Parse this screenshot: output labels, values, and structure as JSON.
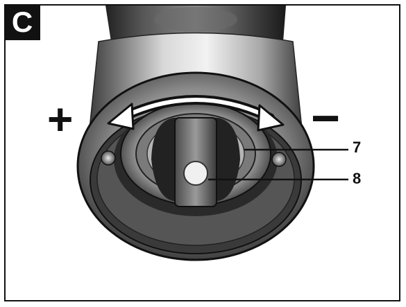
{
  "figure": {
    "badge_label": "C",
    "plus_sign": "+",
    "minus_sign": "−",
    "callouts": [
      {
        "number": "7"
      },
      {
        "number": "8"
      }
    ]
  },
  "colors": {
    "ink": "#111111",
    "badge_background": "#111111",
    "badge_text": "#ffffff"
  }
}
